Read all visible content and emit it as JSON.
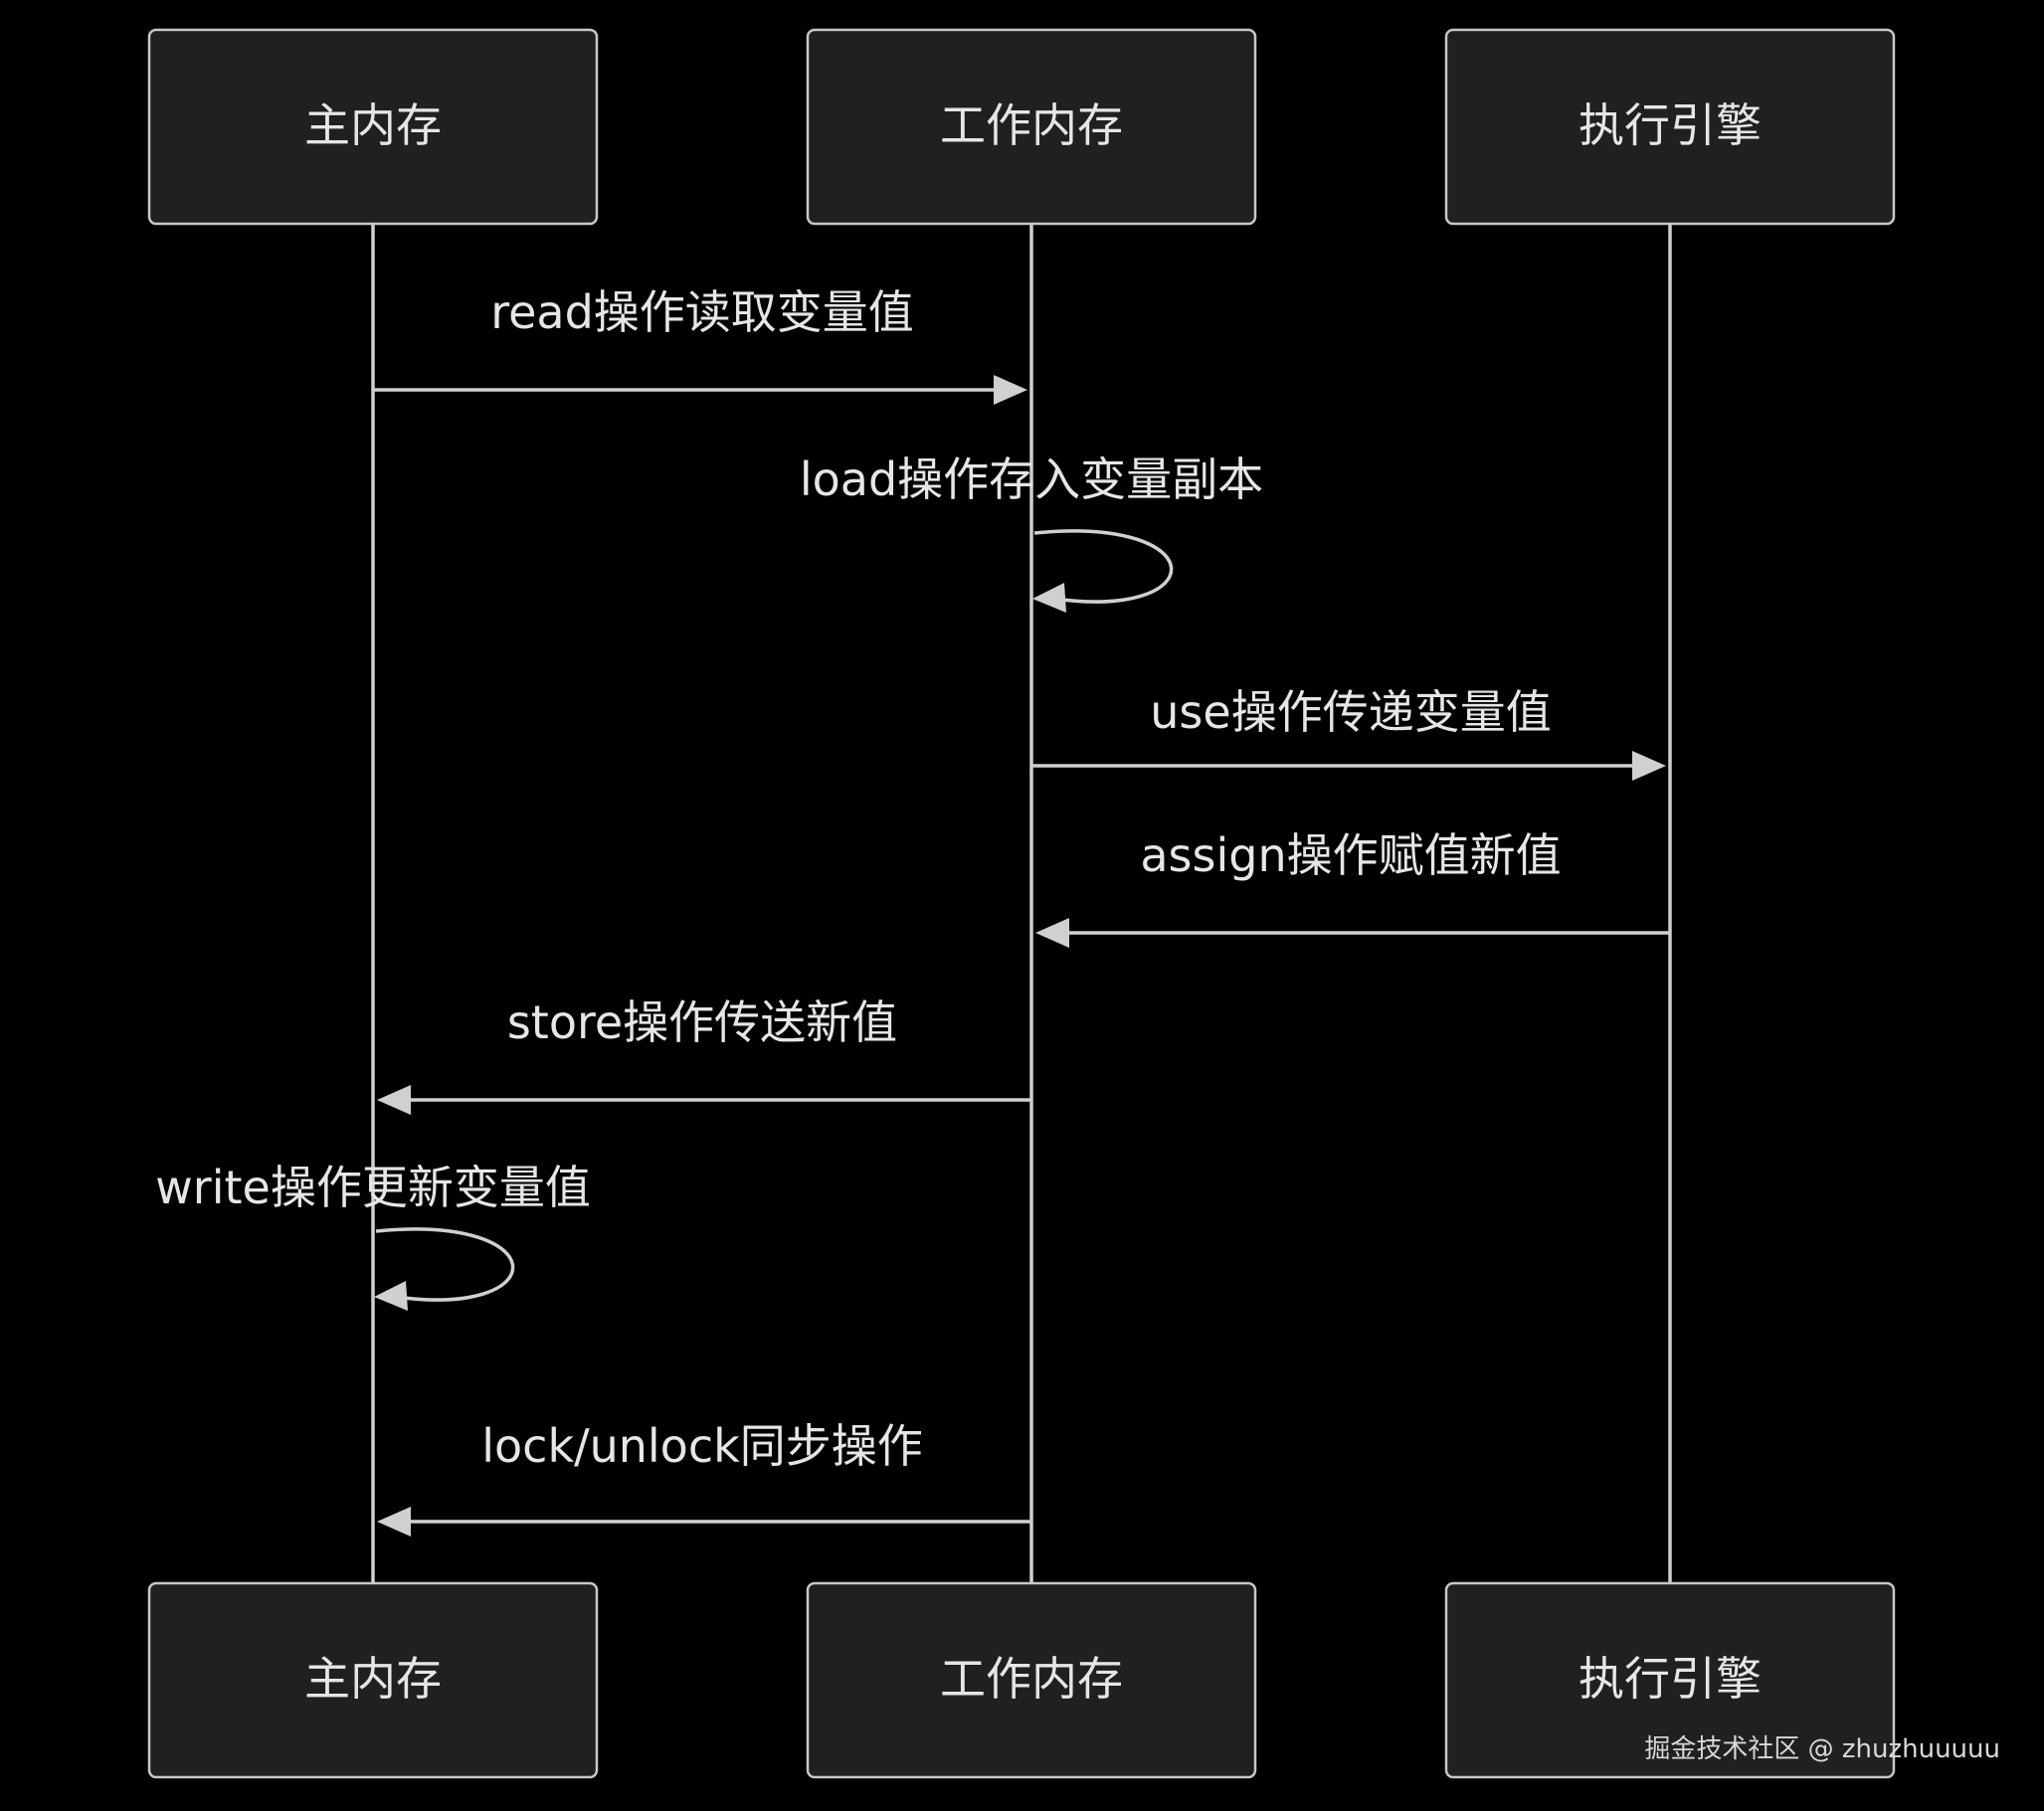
{
  "actors": [
    {
      "id": "main",
      "label": "主内存"
    },
    {
      "id": "work",
      "label": "工作内存"
    },
    {
      "id": "exec",
      "label": "执行引擎"
    }
  ],
  "messages": [
    {
      "from": "main",
      "to": "work",
      "label": "read操作读取变量值"
    },
    {
      "from": "work",
      "to": "work",
      "label": "load操作存入变量副本"
    },
    {
      "from": "work",
      "to": "exec",
      "label": "use操作传递变量值"
    },
    {
      "from": "exec",
      "to": "work",
      "label": "assign操作赋值新值"
    },
    {
      "from": "work",
      "to": "main",
      "label": "store操作传送新值"
    },
    {
      "from": "main",
      "to": "main",
      "label": "write操作更新变量值"
    },
    {
      "from": "work",
      "to": "main",
      "label": "lock/unlock同步操作"
    }
  ],
  "watermark": "掘金技术社区 @ zhuzhuuuuu"
}
